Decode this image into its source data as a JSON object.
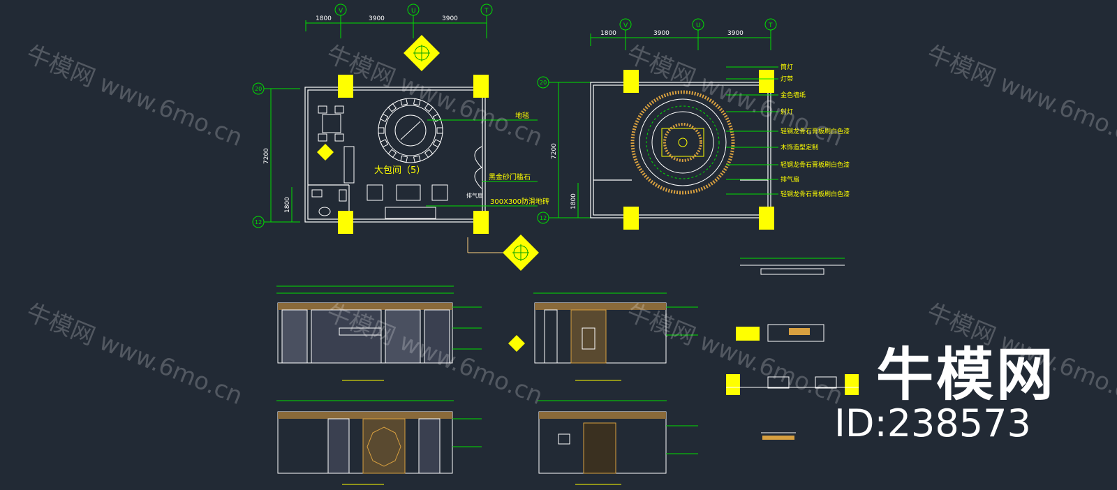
{
  "watermark": {
    "site": "www.6mo.cn",
    "brand": "牛模网",
    "id_text": "ID:238573"
  },
  "plan_left": {
    "grid_labels_top": [
      "V",
      "U",
      "T"
    ],
    "dims_top": [
      "1800",
      "3900",
      "3900"
    ],
    "grid_labels_left": [
      "20",
      "12"
    ],
    "dims_left": [
      "7200",
      "1800"
    ],
    "room_title": "大包间（5）",
    "callouts": [
      "地毯",
      "黑金砂门槛石",
      "300X300防滑地砖"
    ],
    "small_text": "排气扇"
  },
  "plan_right": {
    "grid_labels_top": [
      "V",
      "U",
      "T"
    ],
    "dims_top": [
      "1800",
      "3900",
      "3900"
    ],
    "grid_labels_left": [
      "20",
      "12"
    ],
    "dims_left": [
      "7200",
      "1800"
    ],
    "callouts": [
      "筒灯",
      "灯带",
      "金色墙纸",
      "射灯",
      "轻钢龙骨石膏板刷白色漆",
      "木饰造型定制",
      "轻钢龙骨石膏板刷白色漆",
      "排气扇",
      "轻钢龙骨石膏板刷白色漆"
    ]
  },
  "colors": {
    "background": "#222a35",
    "linework": "#00e000",
    "walls": "#ffffff",
    "markers": "#ffff00",
    "dims": "#00e000",
    "detail": "#d8a040"
  }
}
